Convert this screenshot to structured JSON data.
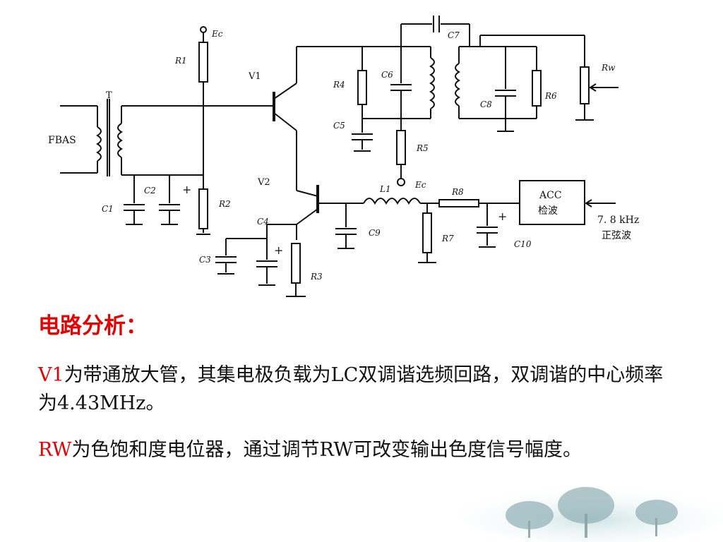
{
  "diagram": {
    "labels": {
      "ec_top": "Ec",
      "r1": "R1",
      "t": "T",
      "fbas": "FBAS",
      "v1": "V1",
      "v2": "V2",
      "c1": "C1",
      "c2": "C2",
      "r2": "R2",
      "c3": "C3",
      "c4": "C4",
      "r3": "R3",
      "r4": "R4",
      "c5": "C5",
      "c6": "C6",
      "r5": "R5",
      "c7": "C7",
      "c8": "C8",
      "r6": "R6",
      "rw": "Rw",
      "l1": "L1",
      "ec_mid": "Ec",
      "r8": "R8",
      "c9": "C9",
      "r7": "R7",
      "c10": "C10",
      "acc_line1": "ACC",
      "acc_line2": "检波",
      "signal_freq": "7. 8 kHz",
      "signal_type": "正弦波"
    }
  },
  "text": {
    "heading": "电路分析：",
    "p1_red": "V1",
    "p1_rest": "为带通放大管，其集电极负载为LC双调谐选频回路，双调谐的中心频率为4.43MHz。",
    "p2_red": "RW",
    "p2_rest": "为色饱和度电位器，通过调节RW可改变输出色度信号幅度。"
  },
  "colors": {
    "accent_red": "#e60000",
    "ink": "#111111"
  }
}
